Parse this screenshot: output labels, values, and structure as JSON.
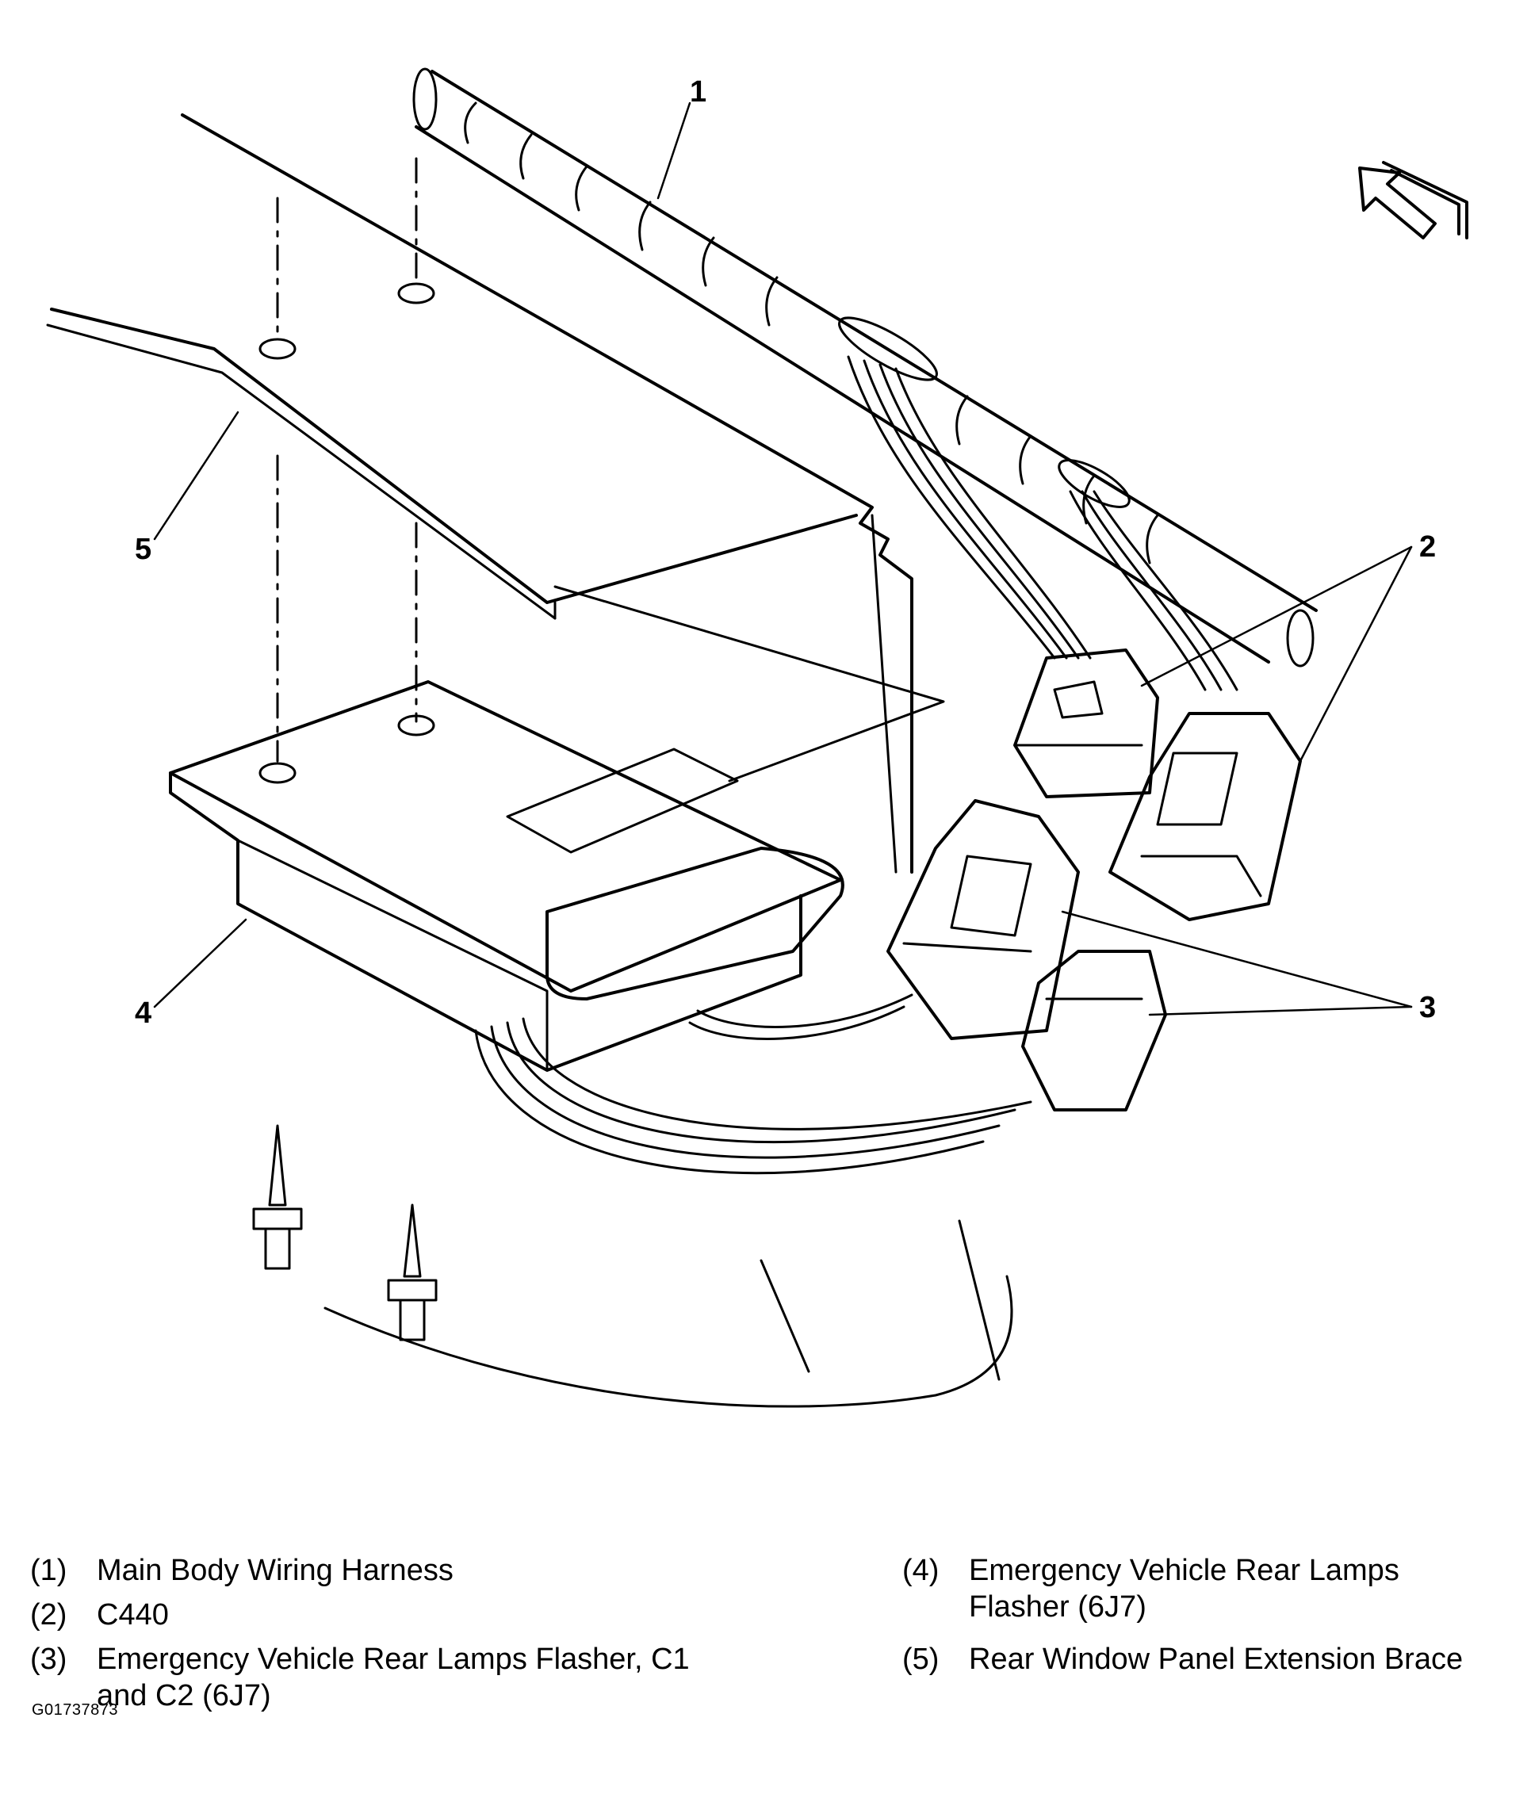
{
  "callouts": {
    "c1": "1",
    "c2": "2",
    "c3": "3",
    "c4": "4",
    "c5": "5"
  },
  "legend": [
    {
      "num": "(1)",
      "text": "Main Body Wiring Harness"
    },
    {
      "num": "(2)",
      "text": "C440"
    },
    {
      "num": "(3)",
      "text": "Emergency Vehicle Rear Lamps Flasher, C1",
      "text2": "and C2 (6J7)"
    },
    {
      "num": "(4)",
      "text": "Emergency Vehicle Rear Lamps",
      "text2": "Flasher (6J7)"
    },
    {
      "num": "(5)",
      "text": "Rear Window Panel Extension Brace"
    }
  ],
  "figure_id": "G01737873",
  "icons": {
    "direction": "forward-arrow-icon"
  }
}
